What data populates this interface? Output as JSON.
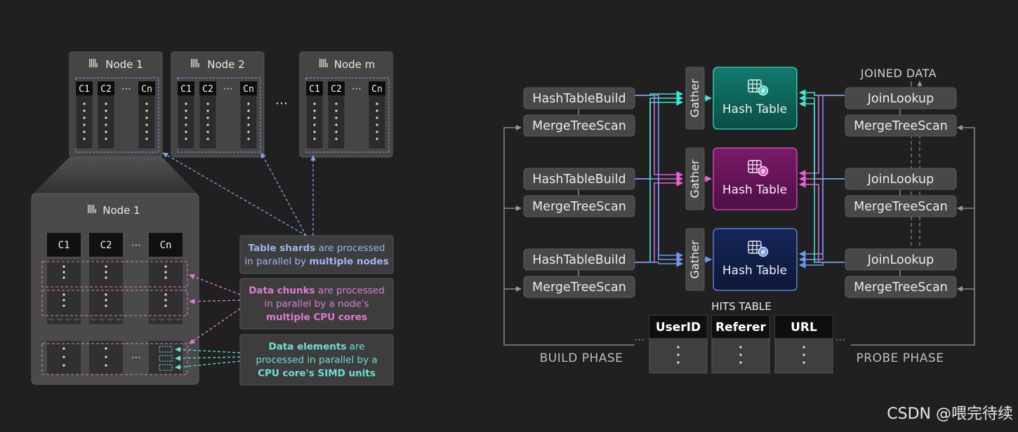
{
  "left": {
    "nodes": [
      {
        "label": "Node 1",
        "columns": [
          "C1",
          "C2",
          "Cn"
        ]
      },
      {
        "label": "Node 2",
        "columns": [
          "C1",
          "C2",
          "Cn"
        ]
      },
      {
        "label": "Node m",
        "columns": [
          "C1",
          "C2",
          "Cn"
        ]
      }
    ],
    "node_gap_ellipsis": "⋯",
    "column_ellipsis": "⋯",
    "zoom_node": {
      "label": "Node 1",
      "columns": [
        "C1",
        "C2",
        "Cn"
      ],
      "column_ellipsis": "⋯",
      "row_ellipsis": "⋯"
    },
    "callouts": [
      {
        "lines": [
          [
            {
              "t": "Table shards",
              "b": true
            },
            {
              "t": " are processed",
              "b": false
            }
          ],
          [
            {
              "t": "in parallel by ",
              "b": false
            },
            {
              "t": "multiple nodes",
              "b": true
            }
          ]
        ],
        "color": "#9db6ee"
      },
      {
        "lines": [
          [
            {
              "t": "Data chunks",
              "b": true
            },
            {
              "t": " are processed",
              "b": false
            }
          ],
          [
            {
              "t": "in parallel by a node's",
              "b": false
            }
          ],
          [
            {
              "t": "multiple CPU cores",
              "b": true
            }
          ]
        ],
        "color": "#e07ad4"
      },
      {
        "lines": [
          [
            {
              "t": "Data elements",
              "b": true
            },
            {
              "t": " are",
              "b": false
            }
          ],
          [
            {
              "t": "processed in parallel by a",
              "b": false
            }
          ],
          [
            {
              "t": "CPU core's SIMD units",
              "b": true
            }
          ]
        ],
        "color": "#6fe0d6"
      }
    ]
  },
  "right": {
    "hash_table_label": "Hash Table",
    "gather_label": "Gather",
    "build_items": [
      "HashTableBuild",
      "MergeTreeScan"
    ],
    "probe_items": [
      "JoinLookup",
      "MergeTreeScan"
    ],
    "joined_data_label": "JOINED DATA",
    "hits_table_label": "HITS TABLE",
    "hits_columns": [
      "UserID",
      "Referer",
      "URL"
    ],
    "build_phase_label": "BUILD PHASE",
    "probe_phase_label": "PROBE PHASE",
    "ellipsis": "⋯",
    "colors": {
      "teal": "#3fe6d2",
      "magenta": "#ee5ed6",
      "blue": "#6f98ef"
    }
  },
  "watermark": "CSDN @喂完待续"
}
